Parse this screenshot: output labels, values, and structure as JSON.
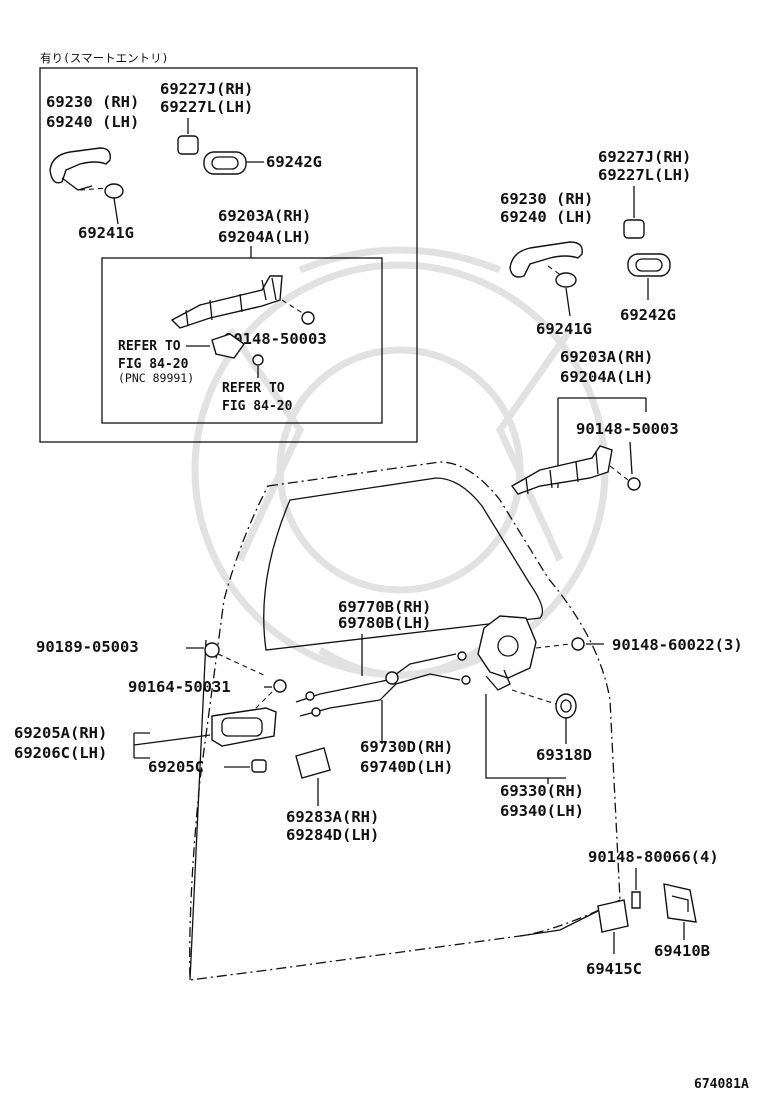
{
  "header_note": "有り(スマートエントリ)",
  "inset": {
    "handle_rh": "69230 (RH)",
    "handle_lh": "69240 (LH)",
    "pad_rh": "69227J(RH)",
    "pad_lh": "69227L(LH)",
    "gasket": "69242G",
    "seal": "69241G",
    "frame_rh": "69203A(RH)",
    "frame_lh": "69204A(LH)",
    "screw": "90148-50003",
    "refer1_a": "REFER TO",
    "refer1_b": "FIG 84-20",
    "refer1_c": "(PNC 89991)",
    "refer2_a": "REFER TO",
    "refer2_b": "FIG 84-20"
  },
  "right_group": {
    "pad_rh": "69227J(RH)",
    "pad_lh": "69227L(LH)",
    "handle_rh": "69230 (RH)",
    "handle_lh": "69240 (LH)",
    "seal": "69241G",
    "gasket": "69242G",
    "frame_rh": "69203A(RH)",
    "frame_lh": "69204A(LH)",
    "screw": "90148-50003"
  },
  "door": {
    "clip": "90189-05003",
    "screw_inner": "90164-50031",
    "inner_handle_rh": "69205A(RH)",
    "inner_handle_lh": "69206C(LH)",
    "inner_handle_part": "69205C",
    "cable_rh": "69770B(RH)",
    "cable_lh": "69780B(LH)",
    "cable2_rh": "69730D(RH)",
    "cable2_lh": "69740D(LH)",
    "cover_rh": "69283A(RH)",
    "cover_lh": "69284D(LH)",
    "lock_screw": "90148-60022(3)",
    "grommet": "69318D",
    "lock_rh": "69330(RH)",
    "lock_lh": "69340(LH)"
  },
  "striker": {
    "screw": "90148-80066(4)",
    "striker": "69410B",
    "plate": "69415C"
  },
  "figure_id": "674081A"
}
